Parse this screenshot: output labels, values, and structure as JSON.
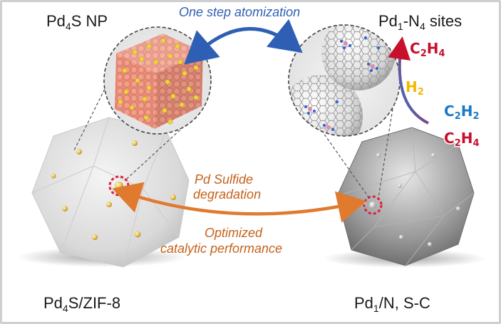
{
  "labels": {
    "pd4s_np": {
      "main": "Pd",
      "sub": "4",
      "tail": "S NP"
    },
    "pd1n4_sites": {
      "main": "Pd",
      "sub1": "1",
      "mid": "-N",
      "sub2": "4",
      "tail": " sites"
    },
    "pd4s_zif8": {
      "main": "Pd",
      "sub": "4",
      "tail": "S/ZIF-8"
    },
    "pd1_nsc": {
      "main": "Pd",
      "sub": "1",
      "tail": "/N, S-C"
    }
  },
  "arrows": {
    "top": "One step atomization",
    "middle_line1": "Pd Sulfide",
    "middle_line2": "degradation",
    "bottom_line1": "Optimized",
    "bottom_line2": "catalytic performance"
  },
  "chemistry": {
    "product_top": {
      "a": "C",
      "b": "2",
      "c": "H",
      "d": "4"
    },
    "hydrogen": {
      "a": "H",
      "b": "2"
    },
    "reactant": {
      "a": "C",
      "b": "2",
      "c": "H",
      "d": "2"
    },
    "product_bottom": {
      "a": "C",
      "b": "2",
      "c": "H",
      "d": "4"
    }
  },
  "colors": {
    "blue": "#2f5fb5",
    "orange": "#e07a2e",
    "red": "#c8102e",
    "ethylene": "#c8102e",
    "acetylene": "#1e78c8",
    "hydrogen": "#f2b800"
  }
}
